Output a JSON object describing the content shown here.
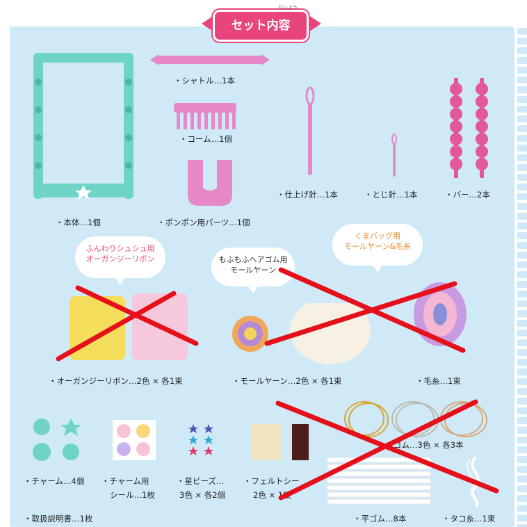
{
  "header": {
    "title": "セット内容",
    "title_furigana": "ないよう"
  },
  "items": {
    "shuttle": "・シャトル…1本",
    "comb": "・コーム…1個",
    "pompom": "・ポンポン用パーツ…1個",
    "main_body": "・本体…1個",
    "finish_needle": "・仕上げ針…1本",
    "sewing_needle": "・とじ針…1本",
    "bar": "・バー…2本",
    "organza": "・オーガンジーリボン…2色 × 各1束",
    "mall_yarn": "・モールヤーン…2色 × 各1束",
    "yarn": "・毛糸…1束",
    "charm": "・チャーム…4個",
    "charm_sticker_1": "・チャーム用",
    "charm_sticker_2": "シール…1枚",
    "star_beads_1": "・星ビーズ…",
    "star_beads_2": "3色 × 各2個",
    "felt_1": "・フェルトシー",
    "felt_2": "2色 × 1枚",
    "rubber_1": "ゴム…3色 × 各3本",
    "manual": "・取扱説明書…1枚",
    "flat_rubber": "・平ゴム…8本",
    "kite_string": "・タコ糸…1束"
  },
  "bubbles": {
    "organza_1": "ふんわりシュシュ用",
    "organza_2": "オーガンジーリボン",
    "mall_1": "もふもふヘアゴム用",
    "mall_2": "モールヤーン",
    "bear_1": "くまバッグ用",
    "bear_2": "モールヤーン&毛糸"
  },
  "colors": {
    "background": "#cfeaf6",
    "accent": "#e8457c",
    "loom": "#6fd3c6",
    "cross": "#e5101a"
  }
}
